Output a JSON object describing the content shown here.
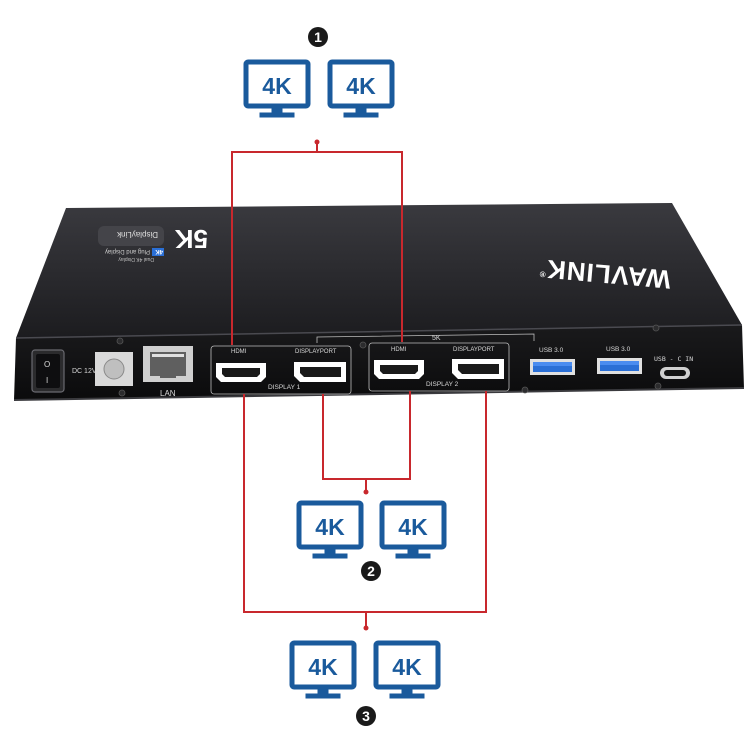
{
  "colors": {
    "monitor_blue": "#1a5a9c",
    "wire_red": "#c8282d",
    "dock_body": "#141416",
    "dock_top": "#2a2a2e",
    "usb3_blue": "#2a6fd6",
    "badge_black": "#1a1a1a"
  },
  "markers": [
    "1",
    "2",
    "3"
  ],
  "monitor_label": "4K",
  "dock": {
    "brand": "WAVLINK",
    "brand_registered": "®",
    "top_badge_big": "5K",
    "top_badge_sub": "DisplayLink",
    "top_badge_tag": "4K",
    "top_badge_tag_text": "Plug and Display",
    "top_badge_dual": "Dual 4K Display",
    "power_label": "DC 12V",
    "lan_label": "LAN",
    "group_5k": "5K",
    "display1": {
      "hdmi_label": "HDMI",
      "dp_label": "DISPLAYPORT",
      "group_label": "DISPLAY 1"
    },
    "display2": {
      "hdmi_label": "HDMI",
      "dp_label": "DISPLAYPORT",
      "group_label": "DISPLAY 2"
    },
    "usb_a1_label": "USB 3.0",
    "usb_a2_label": "USB 3.0",
    "usbc_label": "USB - C  IN",
    "switch_on": "O",
    "switch_off": "I"
  }
}
